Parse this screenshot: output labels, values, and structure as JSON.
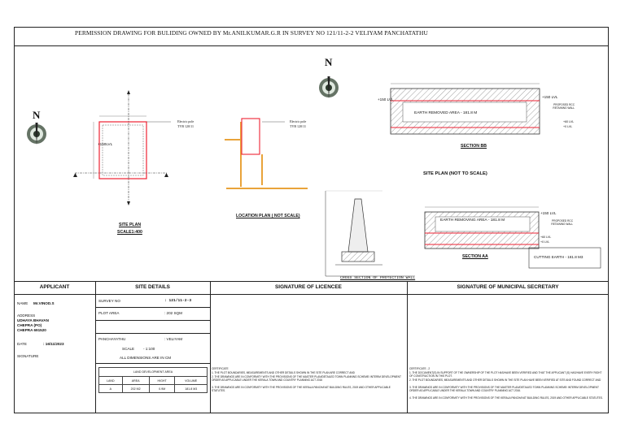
{
  "title": "PERMISSION DRAWING FOR  BULIDING OWNED BY Mr.ANILKUMAR.G.R IN SURVEY NO 121/11-2-2 VELIYAM PANCHATATHU",
  "drawings": {
    "site_plan": {
      "label": "SITE  PLAN",
      "scale": "SCALE1:400",
      "lvl": "+150LVL",
      "electric_pole": "Electric pole",
      "tvb": "TVB  120/11"
    },
    "location_plan": {
      "label": "LOCATION PLAN ( NOT SCALE)",
      "electric_pole": "Electric pole",
      "tvb": "TVB  120/11"
    },
    "section_bb": {
      "label": "SECTION BB",
      "earth_removed": "EARTH REMOVED AREA - 181.8 M",
      "lvl_left": "+150 LVL",
      "lvl_right": "+150 LVL",
      "retaining_wall": "PROPOSED RCC RETAINING WALL",
      "lvl_low1": "+60 LVL",
      "lvl_low2": "+0 LVL"
    },
    "site_plan_nts": {
      "label": "SITE  PLAN  (NOT TO SCALE)"
    },
    "section_aa": {
      "label": "SECTION AA",
      "earth_removing": "EARTH REMOVING AREA - 181.8 M",
      "lvl_top": "+150 LVL",
      "retaining_wall": "PROPOSED RCC RETAINING WALL",
      "lvl_low1": "+60 LVL",
      "lvl_low2": "+0 LVL"
    },
    "cross_section": {
      "label": "CROSS SECTION OF PROTECTION WALL"
    },
    "cutting_earth": "CUTTING EARTH  - 181.8 M3",
    "north_letter": "N"
  },
  "applicant": {
    "header": "APPLICANT",
    "name_label": "NAME",
    "name": "Mr.VINOD.S",
    "address_label": "ADDRESS",
    "address_lines": [
      "UDHAYA BHAVAN",
      "CHEPRA (PO)",
      "CHEPRA 691520"
    ],
    "date_label": "DATE",
    "date": ": 16/11/2023",
    "signature_label": "SIGNATURE"
  },
  "site_details": {
    "header": "SITE DETAILS",
    "survey_label": "SURVEY NO",
    "survey_value": ": 121/11-2-3",
    "plot_area_label": "PLOT AREA",
    "plot_area_value": ": 202 SQM",
    "panchayath_label": "PANCHAYATHU",
    "panchayath_value": ": VELIYAM",
    "scale_label": "SCALE",
    "scale_value": "-     1:100",
    "dimensions_note": "ALL DIMENSIONS ARE IN CM",
    "land_dev": {
      "title": "LAND DEVELOPMENT AREA",
      "headers": [
        "LAND",
        "AREA",
        "HIGHT",
        "VOLUME"
      ],
      "row": [
        "A",
        "202 M2",
        "0.9M",
        "181.8 M3"
      ]
    }
  },
  "licencee": {
    "header": "SIGNATURE OF LICENCEE",
    "certificate_title": "CERTIFICATE",
    "certificate_lines": [
      "1. THE PLOT BOUNDARIES, MEASUREMENTS AND OTHER DETAILS SHOWN IN THE SITE PLAN ARE CORRECT AND",
      "2. THE DRAWINGS ARE IN CONFORMITY WITH THE PROVISIONS OF THE MASTER PLAN/DETAILED TOWN PLANNING SCHEME/ INTERIM DEVELOPMENT ORDER AS APPLICABLE UNDER THE KERALA TOWN AND COUNTRY PLANNING ACT 2016",
      "3. THE DRAWINGS ARE IN CONFORMITY WITH THE PROVISIONS OF THE KERALA PANCHAYAT BUILDING RULES, 2019 AND OTHER APPLICABLE STATUTES."
    ]
  },
  "secretary": {
    "header": "SIGNATURE OF MUNICIPAL  SECRETARY",
    "certificate_title": "CERTIFICATE - 2",
    "certificate_lines": [
      "1. THE DOCUMENT(S) IN SUPPORT OF THE OWNERSHIP OF THE PLOT HAS/HAVE BEEN VERIFIED AND THAT THE APPLICANT (S) HAS/HAVE EVERY RIGHT OF CONSTRUCTION IN THIS PLOT.",
      "2. THE PLOT BOUNDARIES, MEASUREMENTS AND OTHER DETAILS SHOWN IN THE SITE PLAN HAVE BEEN VERIFIED AT SITE AND FOUND CORRECT AND",
      "3. THE DRAWINGS ARE IN CONFORMITY WITH THE PROVISIONS OF THE MASTER PLAN/DETAILED TOWN PLANNING SCHEME/ INTERIM DEVELOPMENT ORDER AS APPLICABLE UNDER THE KERALA TOWN AND COUNTRY PLANNING ACT 2016.",
      "4. THE DRAWINGS ARE IN CONFORMITY WITH THE PROVISIONS OF THE KERALA PANCHAYAT BUILDING RULES, 2019 AND OTHER APPLICABLE STATUTES."
    ]
  }
}
